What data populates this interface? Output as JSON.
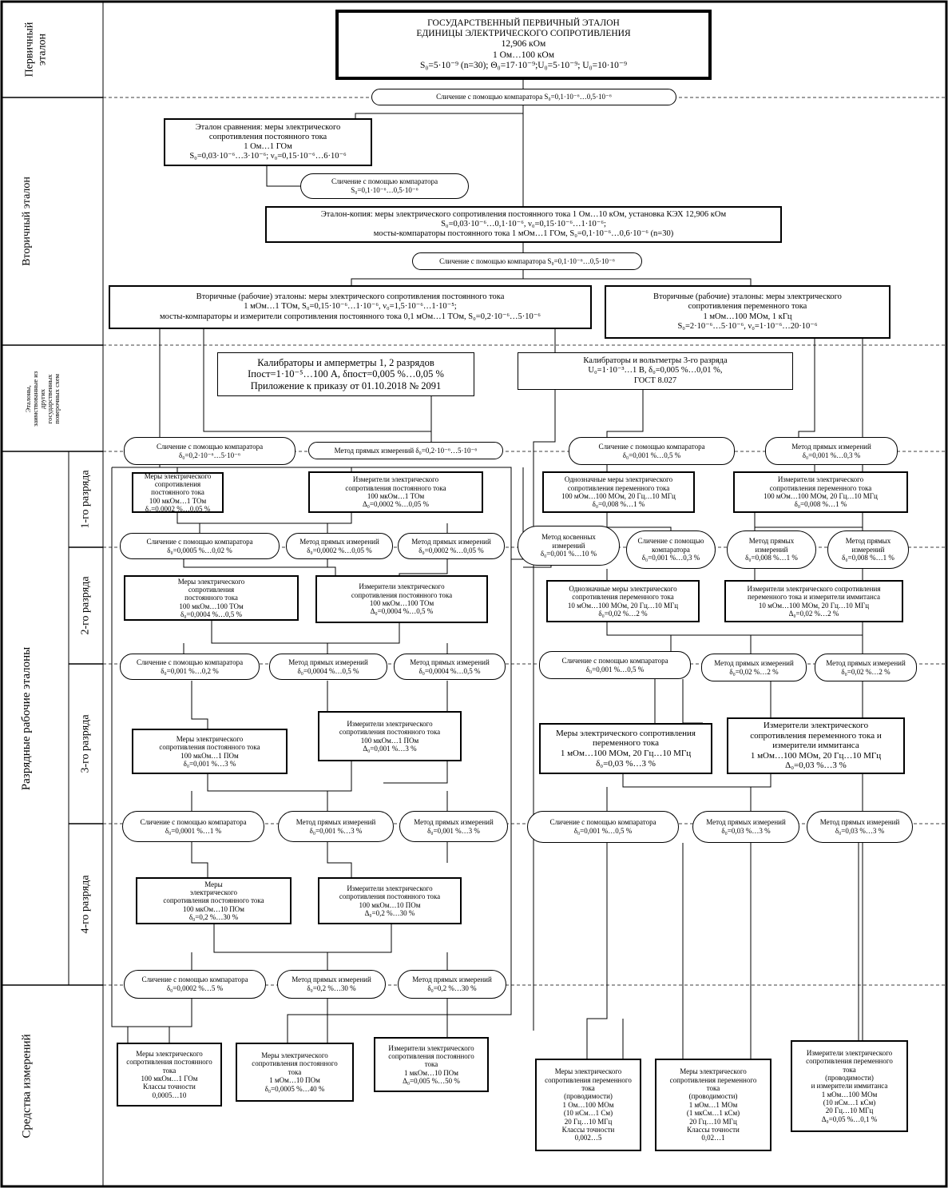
{
  "sections": {
    "primary": "Первичный\nэталон",
    "secondary": "Вторичный эталон",
    "borrowed": "Эталоны,\nзаимствованные из\nдругих\nгосударственных\nповерочных схем",
    "working": "Разрядные рабочие эталоны",
    "grade1": "1-го разряда",
    "grade2": "2-го разряда",
    "grade3": "3-го разряда",
    "grade4": "4-го разряда",
    "instruments": "Средства измерений"
  },
  "primary_standard": "ГОСУДАРСТВЕННЫЙ ПЕРВИЧНЫЙ ЭТАЛОН\nЕДИНИЦЫ ЭЛЕКТРИЧЕСКОГО СОПРОТИВЛЕНИЯ\n12,906 кОм\n1 Ом…100 кОм\nS₀=5·10⁻⁹ (n=30); Θ₀=17·10⁻⁹;U₀=5·10⁻⁹; U₀=10·10⁻⁹",
  "secondary": {
    "cmp_top": "Сличение с помощью компаратора S₀=0,1·10⁻⁶…0,5·10⁻⁶",
    "comparison_std": "Эталон сравнения: меры электрического\nсопротивления постоянного тока\n1 Ом…1 ГОм\nS₀=0,03·10⁻⁶…3·10⁻⁶; ν₀=0,15·10⁻⁶…6·10⁻⁶",
    "cmp_small": "Сличение с помощью компаратора\nS₀=0,1·10⁻⁶…0,5·10⁻⁶",
    "copy_std": "Эталон-копия: меры электрического сопротивления постоянного тока 1 Ом…10 кОм, установка КЭХ 12,906 кОм\nS₀=0,03·10⁻⁶…0,1·10⁻⁶, ν₀=0,15·10⁻⁶…1·10⁻⁶;\nмосты-компараторы постоянного тока 1 мОм…1 ГОм, S₀=0,1·10⁻⁶…0,6·10⁻⁶ (n=30)",
    "cmp_mid": "Сличение с помощью компаратора S₀=0,1·10⁻⁶…0,5·10⁻⁶",
    "work_dc": "Вторичные (рабочие) эталоны: меры электрического сопротивления постоянного тока\n1 мОм…1 ТОм, S₀=0,15·10⁻⁶…1·10⁻⁶, ν₀=1,5·10⁻⁶…1·10⁻⁵;\nмосты-компараторы и измерители сопротивления постоянного тока 0,1 мОм…1 ТОм, S₀=0,2·10⁻⁶…5·10⁻⁶",
    "work_ac": "Вторичные (рабочие) эталоны: меры электрического\nсопротивления переменного тока\n1 мОм…100 МОм, 1 кГц\nS₀=2·10⁻⁶…5·10⁻⁶, ν₀=1·10⁻⁶…20·10⁻⁶"
  },
  "borrowed": {
    "calibrators_1": "Калибраторы и амперметры 1, 2 разрядов\nIпост=1·10⁻⁵…100 А, δпост=0,005 %…0,05 %\nПриложение к приказу от 01.10.2018 № 2091",
    "calibrators_2": "Калибраторы и вольтметры 3-го разряда\nU₀=1·10⁻³…1 В, δ₀=0,005 %…0,01 %,\nГОСТ 8.027"
  },
  "methods_top": {
    "l1": "Сличение с помощью компаратора\nδ₀=0,2·10⁻⁶…5·10⁻⁶",
    "l2": "Метод прямых измерений δ₀=0,2·10⁻⁶…5·10⁻⁶",
    "r1": "Сличение с помощью компаратора\nδ₀=0,001 %…0,5 %",
    "r2": "Метод прямых измерений\nδ₀=0,001 %…0,3 %"
  },
  "grade1": {
    "l1": "Меры электрического\nсопротивления\nпостоянного тока\n100 мкОм…1 ТОм\nδ₀=0,0002 %…0,05 %",
    "l2": "Измерители электрического\nсопротивления постоянного тока\n100 мкОм…1 ТОм\nΔ₀=0,0002 %…0,05 %",
    "r1": "Однозначные меры электрического\nсопротивления переменного тока\n100 мОм…100 МОм, 20 Гц…10 МГц\nδ₀=0,008 %…1 %",
    "r2": "Измерители электрического\nсопротивления переменного тока\n100 мОм…100 МОм, 20 Гц…10 МГц\nδ₀=0,008 %…1 %",
    "m1": "Сличение с помощью компаратора\nδ₀=0,0005 %…0,02 %",
    "m2": "Метод прямых измерений\nδ₀=0,0002 %…0,05 %",
    "m3": "Метод прямых измерений\nδ₀=0,0002 %…0,05 %",
    "m_indirect": "Метод косвенных\nизмерений\nδ₀=0,001 %…10 %",
    "m4": "Сличение с помощью\nкомпаратора\nδ₀=0,001 %…0,3 %",
    "m5": "Метод прямых\nизмерений\nδ₀=0,008 %…1 %",
    "m6": "Метод прямых\nизмерений\nδ₀=0,008 %…1 %"
  },
  "grade2": {
    "l1": "Меры электрического\nсопротивления\nпостоянного тока\n100 мкОм…100 ТОм\nδ₀=0,0004 %…0,5 %",
    "l2": "Измерители электрического\nсопротивления постоянного тока\n100 мкОм…100 ТОм\nΔ₀=0,0004 %…0,5 %",
    "r1": "Однозначные меры электрического\nсопротивления переменного тока\n10 мОм…100 МОм, 20 Гц…10 МГц\nδ₀=0,02 %…2 %",
    "r2": "Измерители электрического сопротивления\nпеременного тока и измерители иммитанса\n10 мОм…100 МОм, 20 Гц…10 МГц\nΔ₀=0,02 %…2 %",
    "m1": "Сличение с помощью компаратора\nδ₀=0,001 %…0,2 %",
    "m2": "Метод прямых измерений\nδ₀=0,0004 %…0,5 %",
    "m3": "Метод прямых измерений\nδ₀=0,0004 %…0,5 %",
    "m4": "Сличение с помощью компаратора\nδ₀=0,001 %…0,5 %",
    "m5": "Метод прямых измерений\nδ₀=0,02 %…2 %",
    "m6": "Метод прямых измерений\nδ₀=0,02 %…2 %"
  },
  "grade3": {
    "l1": "Меры электрического\nсопротивления постоянного тока\n100 мкОм…1 ПОм\nδ₀=0,001 %…3 %",
    "l2": "Измерители электрического\nсопротивления постоянного тока\n100 мкОм…1 ПОм\nΔ₀=0,001 %…3 %",
    "r1": "Меры электрического сопротивления\nпеременного тока\n1 мОм…100 МОм, 20 Гц…10 МГц\nδ₀=0,03 %…3 %",
    "r2": "Измерители электрического\nсопротивления переменного тока и\nизмерители иммитанса\n1 мОм…100 МОм, 20 Гц…10 МГц\nΔ₀=0,03 %…3 %",
    "m1": "Сличение с помощью компаратора\nδ₀=0,0001 %…1 %",
    "m2": "Метод прямых измерений\nδ₀=0,001 %…3 %",
    "m3": "Метод прямых измерений\nδ₀=0,001 %…3 %",
    "m4": "Сличение с помощью компаратора\nδ₀=0,001 %…0,5 %",
    "m5": "Метод прямых измерений\nδ₀=0,03 %…3 %",
    "m6": "Метод прямых измерений\nδ₀=0,03 %…3 %"
  },
  "grade4": {
    "l1": "Меры\nэлектрического\nсопротивления постоянного тока\n100 мкОм…10 ПОм\nδ₀=0,2 %…30 %",
    "l2": "Измерители электрического\nсопротивления постоянного тока\n100 мкОм…10 ПОм\nΔ₀=0,2 %…30 %",
    "m1": "Сличение с помощью компаратора\nδ₀=0,0002 %…5 %",
    "m2": "Метод прямых измерений\nδ₀=0,2 %…30 %",
    "m3": "Метод прямых измерений\nδ₀=0,2 %…30 %"
  },
  "instruments": {
    "i1": "Меры электрического\nсопротивления постоянного\nтока\n100 мкОм…1 ГОм\nКлассы точности\n0,0005…10",
    "i2": "Меры электрического\nсопротивления постоянного\nтока\n1 мОм…10 ПОм\nδ₀=0,0005 %…40 %",
    "i3": "Измерители электрического\nсопротивления постоянного\nтока\n1 мкОм…10 ПОм\nΔ₀=0,005 %…50 %",
    "i4": "Меры электрического\nсопротивления переменного\nтока\n(проводимости)\n1 Ом…100 МОм\n(10 нСм…1 См)\n20 Гц…10 МГц\nКлассы точности\n0,002…5",
    "i5": "Меры электрического\nсопротивления переменного\nтока\n(проводимости)\n1 мОм…1 МОм\n(1 мкСм…1 кСм)\n20 Гц…10 МГц\nКлассы точности\n0,02…1",
    "i6": "Измерители электрического\nсопротивления переменного\nтока\n(проводимости)\nи измерители иммитанса\n1 мОм…100 МОм\n(10 нСм…1 кСм)\n20 Гц…10 МГц\nΔ₀=0,05 %…0,1 %"
  }
}
